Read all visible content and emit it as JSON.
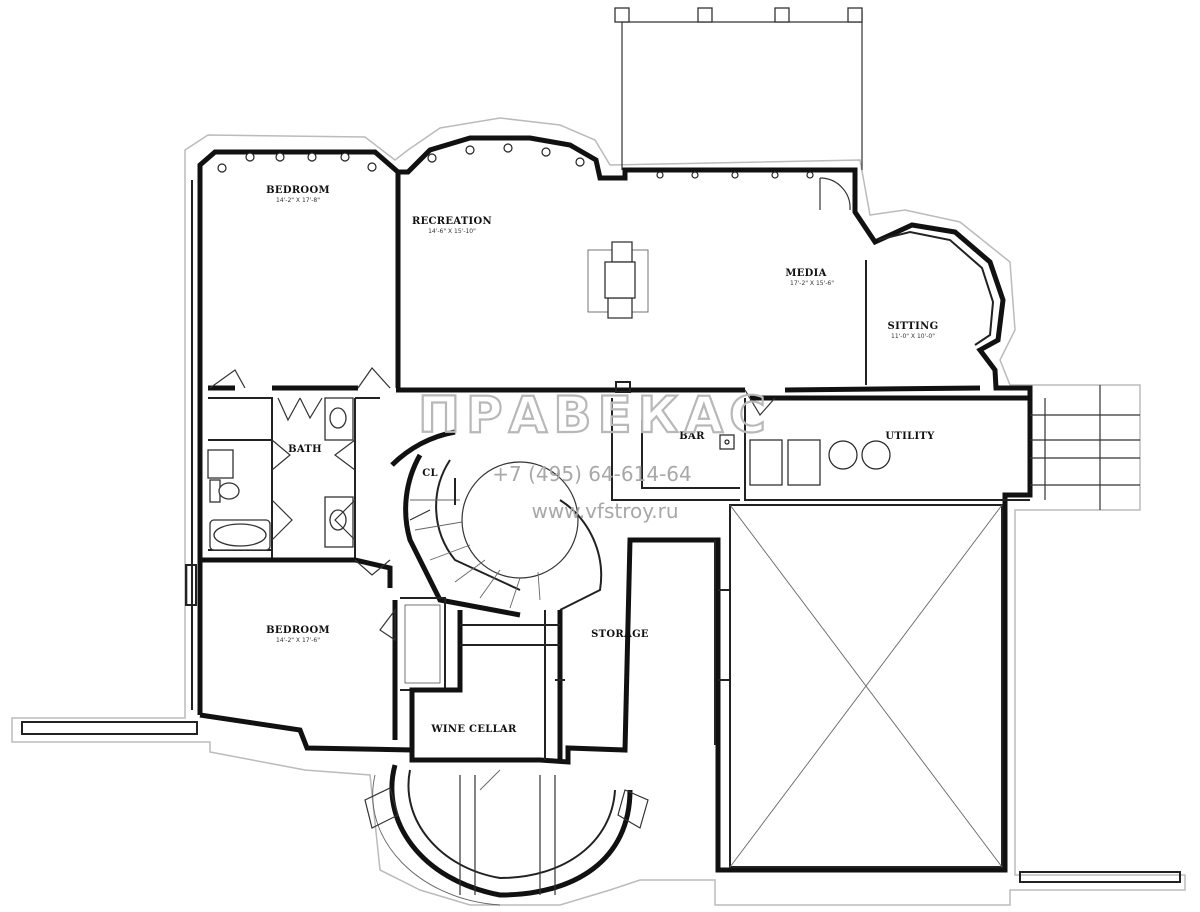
{
  "rooms": {
    "bedroom_upper": {
      "label": "BEDROOM",
      "dim": "14'-2\" X 17'-8\""
    },
    "recreation": {
      "label": "RECREATION",
      "dim": "14'-6\" X 15'-10\""
    },
    "media": {
      "label": "MEDIA",
      "dim": "17'-2\" X 15'-6\""
    },
    "sitting": {
      "label": "SITTING",
      "dim": "11'-0\" X 10'-0\""
    },
    "bath": {
      "label": "BATH"
    },
    "closet": {
      "label": "CL"
    },
    "bar": {
      "label": "BAR"
    },
    "utility": {
      "label": "UTILITY"
    },
    "bedroom_lower": {
      "label": "BEDROOM",
      "dim": "14'-2\" X 17'-6\""
    },
    "storage": {
      "label": "STORAGE"
    },
    "wine_cellar": {
      "label": "WINE CELLAR"
    }
  },
  "watermark": {
    "logo": "ПРАВЕКАС",
    "phone": "+7 (495) 64-614-64",
    "site": "www.vfstroy.ru"
  }
}
